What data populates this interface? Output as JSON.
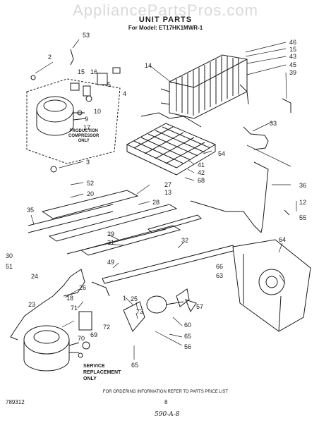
{
  "watermark": "AppliancePartsPros.com",
  "header": {
    "title": "UNIT PARTS",
    "model_line": "For Model: ET17HK1MWR-1"
  },
  "notes": {
    "production_compressor": "PRODUCTION\nCOMPRESSOR\nONLY",
    "service_replacement": "SERVICE\nREPLACEMENT\nONLY"
  },
  "callouts": [
    "53",
    "2",
    "15",
    "16",
    "14",
    "46",
    "15",
    "43",
    "45",
    "39",
    "5",
    "4",
    "10",
    "9",
    "17",
    "33",
    "54",
    "3",
    "41",
    "42",
    "68",
    "36",
    "27",
    "13",
    "52",
    "20",
    "28",
    "12",
    "55",
    "35",
    "29",
    "31",
    "32",
    "30",
    "64",
    "51",
    "49",
    "66",
    "24",
    "63",
    "26",
    "18",
    "1",
    "57",
    "23",
    "71",
    "25",
    "72",
    "73",
    "69",
    "70",
    "60",
    "65",
    "56",
    "65"
  ],
  "footer": {
    "instruction": "FOR ORDERING INFORMATION REFER TO PARTS PRICE LIST",
    "doc_number": "789312",
    "page_number": "8",
    "handwritten": "590-A-8"
  },
  "colors": {
    "ink": "#1a1a1a",
    "watermark": "#d9d9d9",
    "background": "#ffffff"
  }
}
